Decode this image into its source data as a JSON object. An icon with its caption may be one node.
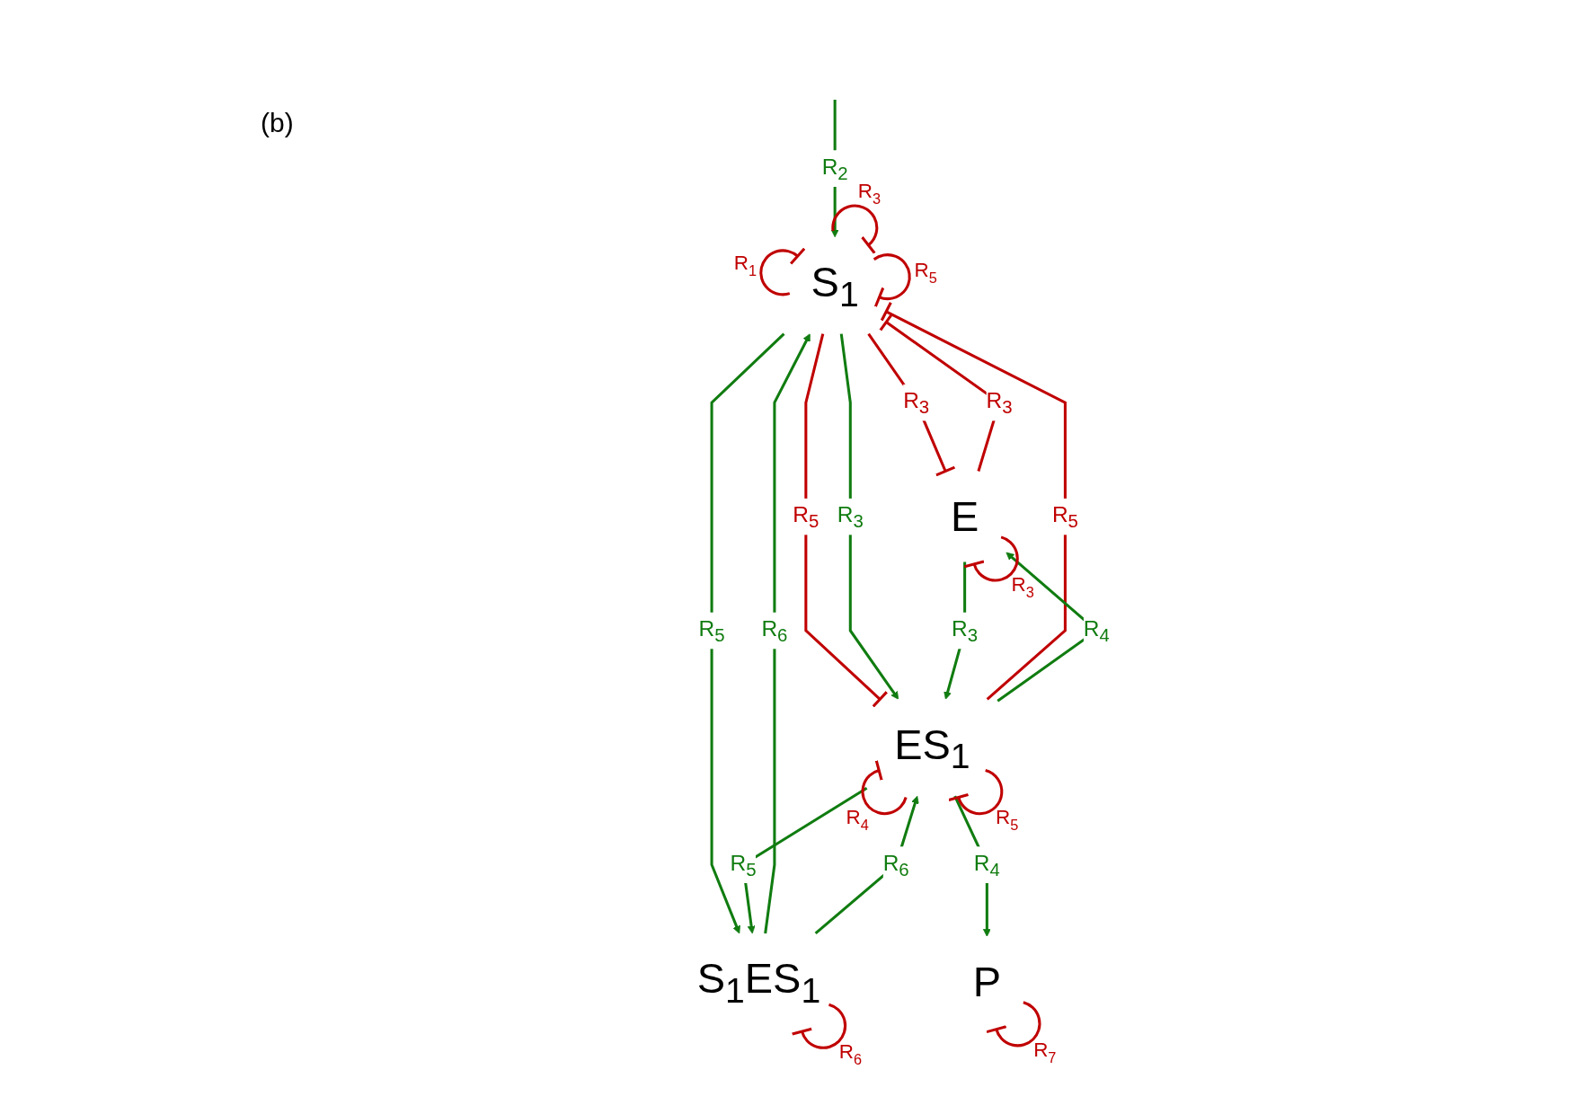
{
  "diagram": {
    "nodes": [
      {
        "text": [
          "S$_{1}$"
        ]
      },
      {
        "text": [
          "E"
        ]
      },
      {
        "text": [
          "ES$_{1}$"
        ]
      },
      {
        "text": [
          "S$_{1}$ES$_{1}$"
        ]
      },
      {
        "text": [
          "P"
        ]
      }
    ],
    "edges": [
      {
        "from": null,
        "to": 0,
        "arrow": "to",
        "label": "R$_{2}$",
        "color": "#107c10"
      },
      {
        "from": 0,
        "to": 0,
        "arrow": "other",
        "label": "R$_{1}$"
      },
      {
        "from": 0,
        "to": 0,
        "arrow": "other",
        "label": "R$_{3}$"
      },
      {
        "from": 0,
        "to": 0,
        "arrow": "other",
        "label": "R$_{5}$"
      },
      {
        "from": 0,
        "to": 1,
        "arrow": "other",
        "label": "R$_{3}$"
      },
      {
        "from": 1,
        "to": 0,
        "arrow": "other",
        "label": "R$_{3}$"
      },
      {
        "from": 0,
        "to": 2,
        "arrow": "other",
        "label": "R$_{5}$"
      },
      {
        "from": 0,
        "to": 2,
        "arrow": "to",
        "label": "R$_{3}$",
        "color": "#107c10"
      },
      {
        "from": 2,
        "to": 0,
        "arrow": "other",
        "label": "R$_{5}$"
      },
      {
        "from": 0,
        "to": 3,
        "arrow": "to",
        "label": "R$_{5}$",
        "color": "#107c10"
      },
      {
        "from": 3,
        "to": 0,
        "arrow": "to",
        "label": "R$_{6}$",
        "color": "#107c10"
      },
      {
        "from": 2,
        "to": 1,
        "arrow": "to",
        "label": "R$_{4}$",
        "color": "#107c10"
      },
      {
        "from": 1,
        "to": 2,
        "arrow": "to",
        "label": "R$_{3}$",
        "color": "#107c10"
      },
      {
        "from": 2,
        "to": 3,
        "arrow": "to",
        "label": "R$_{5}$",
        "color": "#107c10"
      },
      {
        "from": 3,
        "to": 2,
        "arrow": "to",
        "label": "R$_{6}$",
        "color": "#107c10"
      },
      {
        "from": 1,
        "to": 1,
        "arrow": "other",
        "label": "R$_{3}$"
      },
      {
        "from": 2,
        "to": 2,
        "arrow": "other",
        "label": "R$_{4}$"
      },
      {
        "from": 2,
        "to": 2,
        "arrow": "other",
        "label": "R$_{5}$"
      },
      {
        "from": 3,
        "to": 3,
        "arrow": "other",
        "label": "R$_{6}$"
      },
      {
        "from": 2,
        "to": 4,
        "arrow": "to",
        "label": "R$_{4}$",
        "color": "#107c10"
      },
      {
        "from": 4,
        "to": 4,
        "arrow": "other",
        "label": "R$_{7}$"
      }
    ],
    "labels": [
      "(b)"
    ]
  }
}
